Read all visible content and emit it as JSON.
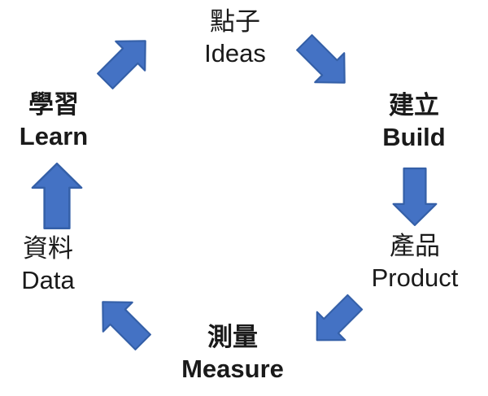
{
  "diagram": {
    "background_color": "#ffffff",
    "text_color": "#1a1a1a",
    "arrow_fill_color": "#4472C4",
    "arrow_outline_color": "#3560A8",
    "nodes": {
      "ideas": {
        "zh": "點子",
        "en": "Ideas",
        "bold": false
      },
      "build": {
        "zh": "建立",
        "en": "Build",
        "bold": true
      },
      "product": {
        "zh": "產品",
        "en": "Product",
        "bold": false
      },
      "measure": {
        "zh": "測量",
        "en": "Measure",
        "bold": true
      },
      "data": {
        "zh": "資料",
        "en": "Data",
        "bold": false
      },
      "learn": {
        "zh": "學習",
        "en": "Learn",
        "bold": true
      }
    },
    "arrows": [
      {
        "from": "learn",
        "to": "ideas",
        "direction": "up-right"
      },
      {
        "from": "ideas",
        "to": "build",
        "direction": "down-right"
      },
      {
        "from": "build",
        "to": "product",
        "direction": "down"
      },
      {
        "from": "product",
        "to": "measure",
        "direction": "down-left"
      },
      {
        "from": "measure",
        "to": "data",
        "direction": "up-left"
      },
      {
        "from": "data",
        "to": "learn",
        "direction": "up"
      }
    ]
  }
}
